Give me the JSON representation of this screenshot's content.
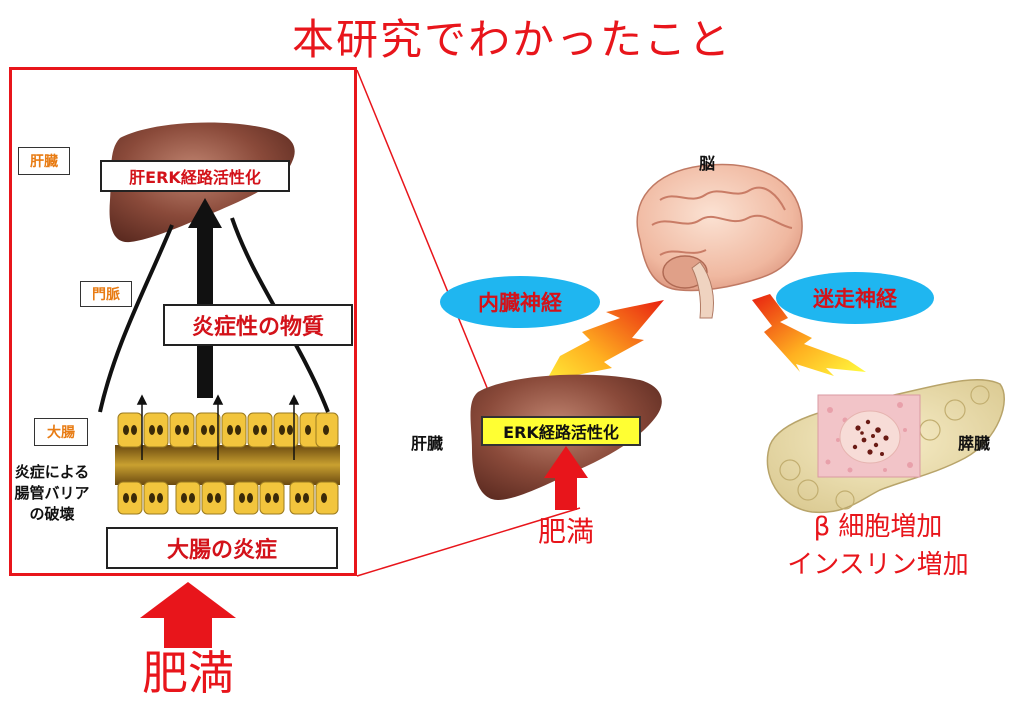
{
  "title": "本研究でわかったこと",
  "left_panel": {
    "liver_tag": "肝臓",
    "liver_erk": "肝ERK経路活性化",
    "portal_vein_tag": "門脈",
    "inflammatory_substances": "炎症性の物質",
    "large_intestine_tag": "大腸",
    "barrier_breakdown": [
      "炎症による",
      "腸管バリア",
      "の破壊"
    ],
    "colon_inflammation": "大腸の炎症"
  },
  "obesity_left": "肥満",
  "right_panel": {
    "brain_label": "脳",
    "visceral_nerve": "内臓神経",
    "vagus_nerve": "迷走神経",
    "liver_label": "肝臓",
    "erk_activation": "ERK経路活性化",
    "pancreas_label": "膵臓",
    "obesity": "肥満",
    "beta_cell_increase": "β 細胞増加",
    "insulin_increase": "インスリン増加"
  },
  "colors": {
    "accent_red": "#e8151b",
    "label_red": "#d3121a",
    "orange_tag": "#e87c14",
    "nerve_ellipse": "#1fb6f0",
    "highlight_yellow": "#ffff33",
    "liver_brown": "#8a4a3a",
    "cell_yellow": "#f2c53d"
  },
  "icons": [
    "liver-icon",
    "brain-icon",
    "pancreas-icon",
    "islet-histology-image",
    "nerve-signal-arrow-icon",
    "up-arrow-icon"
  ]
}
